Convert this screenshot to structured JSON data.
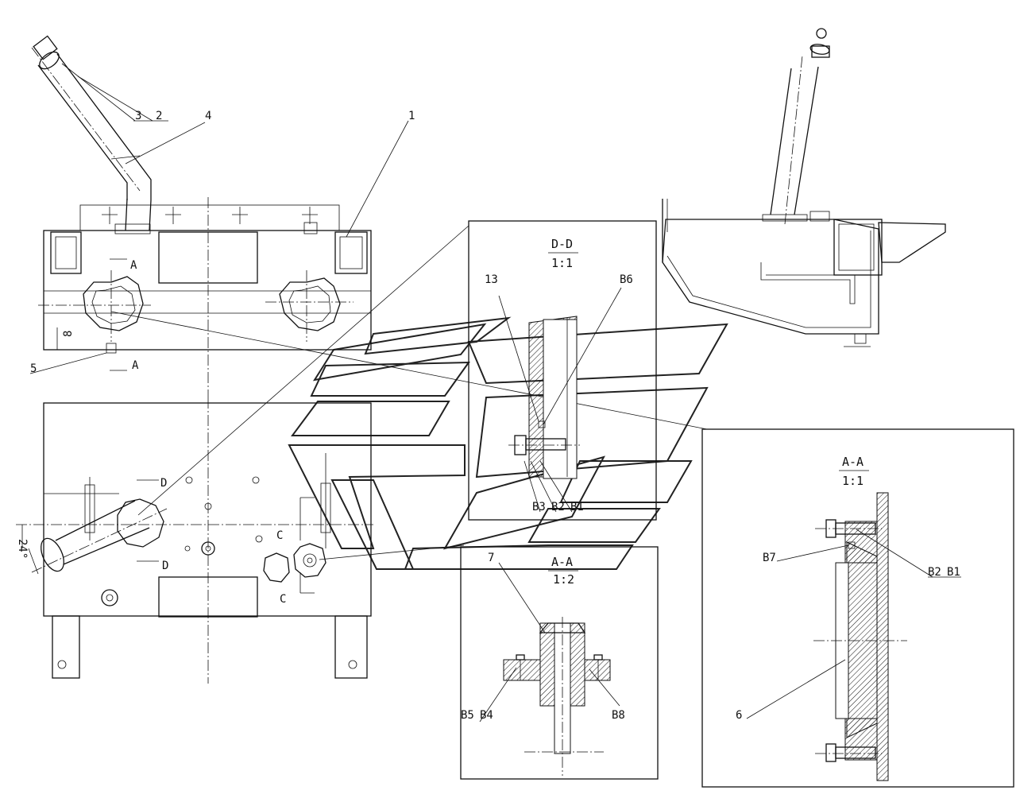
{
  "drawing": {
    "part_labels": {
      "p1": "1",
      "p2": "2",
      "p3": "3",
      "p4": "4",
      "p5": "5",
      "p6": "6",
      "p7": "7",
      "p13": "13"
    },
    "dimensions": {
      "d8": "8",
      "d24": "24°"
    },
    "section_markers": {
      "A": "A",
      "C": "C",
      "D": "D"
    },
    "detail_dd": {
      "title": "D-D",
      "scale": "1:1",
      "labels": [
        "13",
        "B6",
        "B3",
        "B2",
        "B1"
      ]
    },
    "detail_aa_small": {
      "title": "A-A",
      "scale": "1:2",
      "labels": [
        "7",
        "B5",
        "B4",
        "B8"
      ]
    },
    "detail_aa_large": {
      "title": "A-A",
      "scale": "1:1",
      "labels": [
        "B7",
        "B2",
        "B1",
        "6"
      ]
    }
  }
}
